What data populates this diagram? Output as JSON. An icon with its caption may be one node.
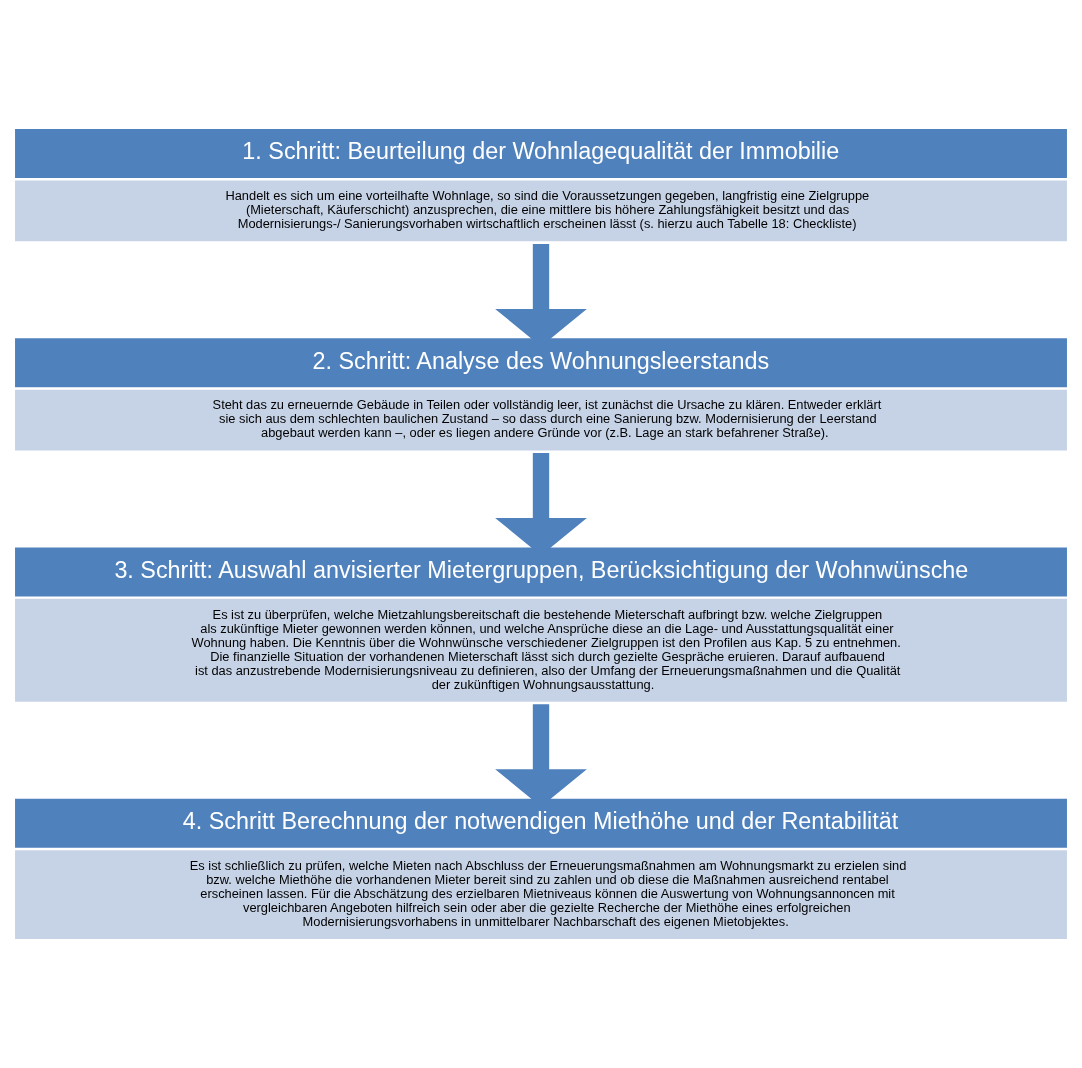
{
  "diagram": {
    "nodes": [
      {
        "text": [
          "1. Schritt: Beurteilung der Wohnlagequalität der Immobilie",
          "Handelt es sich um eine vorteilhafte Wohnlage, so sind die Voraussetzungen gegeben, langfristig eine Zielgruppe (Mieterschaft, Käuferschicht) anzusprechen, die eine mittlere bis höhere Zahlungsfähigkeit besitzt und das Modernisierungs-/ Sanierungsvorhaben wirtschaftlich erscheinen lässt (s. hierzu auch Tabelle 18: Checkliste)"
        ]
      },
      {
        "text": [
          "2. Schritt: Analyse des Wohnungsleerstands",
          "Steht das zu erneuernde Gebäude in Teilen oder vollständig leer, ist zunächst die Ursache zu klären. Entweder erklärt sie sich aus dem schlechten baulichen Zustand – so dass durch eine Sanierung bzw. Modernisierung der Leerstand abgebaut werden kann –, oder es liegen andere Gründe vor (z.B. Lage an stark befahrener Straße)."
        ]
      },
      {
        "text": [
          "3. Schritt: Auswahl anvisierter Mietergruppen, Berücksichtigung der Wohnwünsche",
          "Es ist zu überprüfen, welche Mietzahlungsbereitschaft die bestehende Mieterschaft aufbringt bzw. welche Zielgruppen als zukünftige Mieter gewonnen werden können, und welche Ansprüche diese an die Lage- und Ausstattungsqualität einer Wohnung haben. Die Kenntnis über die Wohnwünsche verschiedener Zielgruppen ist den Profilen aus Kap. 5 zu entnehmen. Die finanzielle Situation der vorhandenen Mieterschaft lässt sich durch gezielte Gespräche eruieren. Darauf aufbauend ist das anzustrebende Modernisierungsniveau zu definieren, also der Umfang der Erneuerungsmaßnahmen und die Qualität der zukünftigen Wohnungsausstattung."
        ]
      },
      {
        "text": [
          "4. Schritt Berechnung der notwendigen Miethöhe und der Rentabilität",
          "Es ist schließlich zu prüfen, welche Mieten nach Abschluss der Erneuerungsmaßnahmen am Wohnungsmarkt zu erzielen sind bzw. welche Miethöhe die vorhandenen Mieter bereit sind zu zahlen und ob diese die Maßnahmen ausreichend rentabel erscheinen lassen. Für die Abschätzung des erzielbaren Mietniveaus können die Auswertung von Wohnungsannoncen mit vergleichbaren Angeboten hilfreich sein oder aber die gezielte Recherche der Miethöhe eines erfolgreichen Modernisierungsvorhabens in unmittelbarer Nachbarschaft des eigenen Mietobjektes."
        ]
      }
    ],
    "edges": [
      {
        "from": 0,
        "to": 1,
        "arrow": "to"
      },
      {
        "from": 1,
        "to": 2,
        "arrow": "to"
      },
      {
        "from": 2,
        "to": 3,
        "arrow": "to"
      }
    ]
  }
}
